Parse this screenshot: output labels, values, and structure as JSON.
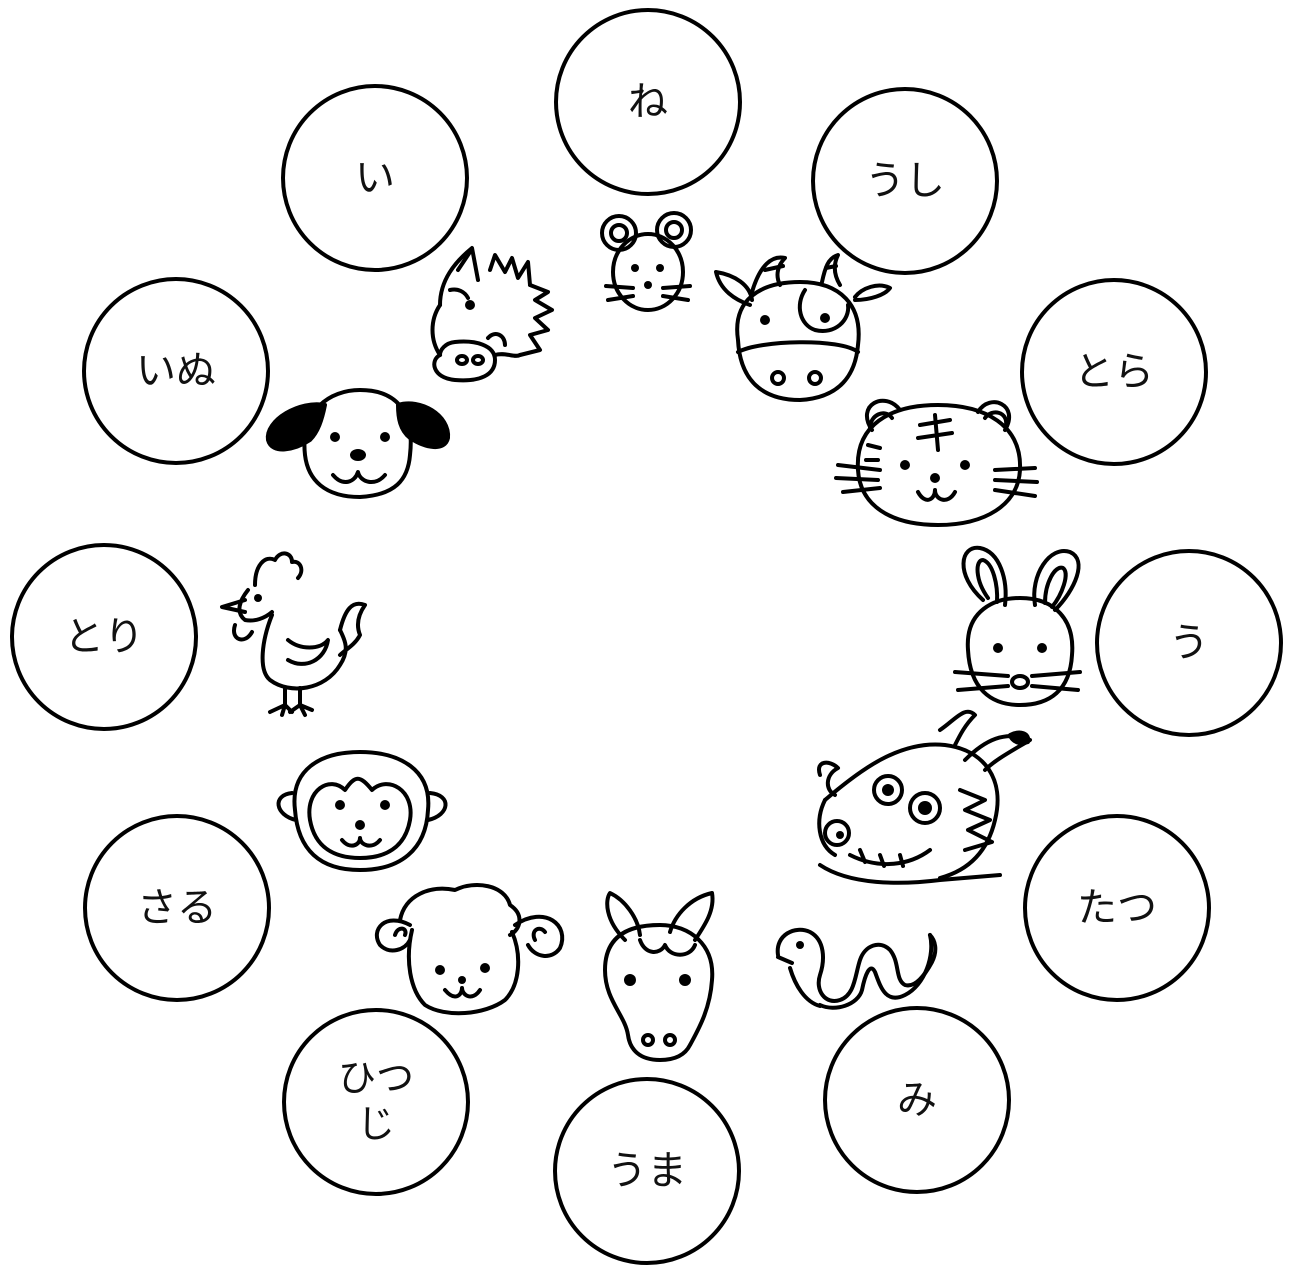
{
  "zodiac": {
    "nezumi": "ね",
    "ushi": "うし",
    "tora": "とら",
    "u": "う",
    "tatsu": "たつ",
    "mi": "み",
    "uma": "うま",
    "hitsuji": "ひつじ",
    "saru": "さる",
    "tori": "とり",
    "inu": "いぬ",
    "i": "い"
  },
  "animals": [
    "mouse-icon",
    "ox-icon",
    "tiger-icon",
    "rabbit-icon",
    "dragon-icon",
    "snake-icon",
    "horse-icon",
    "sheep-icon",
    "monkey-icon",
    "rooster-icon",
    "dog-icon",
    "boar-icon"
  ]
}
